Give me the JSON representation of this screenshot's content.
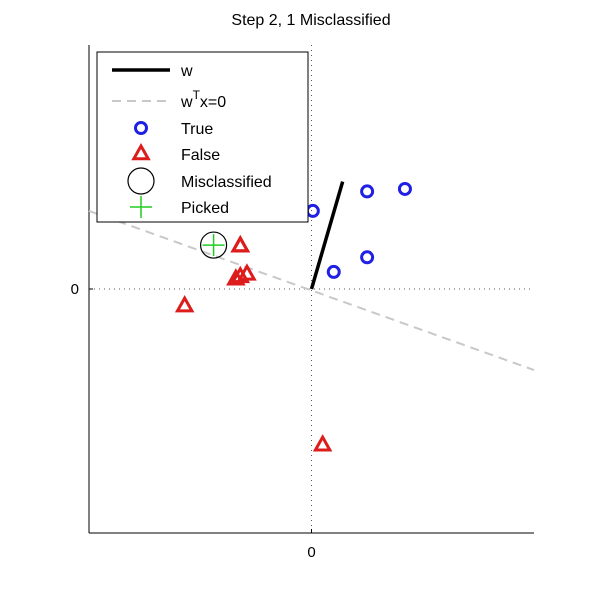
{
  "chart_data": {
    "type": "scatter",
    "title": "Step 2, 1 Misclassified",
    "xlabel": "",
    "ylabel": "",
    "xlim": [
      -5,
      5
    ],
    "ylim": [
      -5,
      5
    ],
    "x_ticks": [
      {
        "value": 0,
        "label": "0"
      }
    ],
    "y_ticks": [
      {
        "value": 0,
        "label": "0"
      }
    ],
    "grid": false,
    "zero_reference_lines": true,
    "legend_position": "top-left",
    "colors": {
      "w": "#000000",
      "boundary": "#c8c8c8",
      "true": "#1f1fe6",
      "false": "#dd1c1c",
      "misclassified": "#000000",
      "picked": "#22cc22"
    },
    "legend": [
      {
        "key": "w",
        "label": "w"
      },
      {
        "key": "boundary",
        "label": "wTx=0",
        "label_base": "w",
        "label_sup": "T",
        "label_tail": "x=0"
      },
      {
        "key": "true",
        "label": "True"
      },
      {
        "key": "false",
        "label": "False"
      },
      {
        "key": "misclassified",
        "label": "Misclassified"
      },
      {
        "key": "picked",
        "label": "Picked"
      }
    ],
    "w_vector": {
      "start": [
        0,
        0
      ],
      "end": [
        0.7,
        2.2
      ]
    },
    "decision_boundary": {
      "x": [
        -5,
        5
      ],
      "y": [
        1.6,
        -1.66
      ]
    },
    "series": [
      {
        "name": "True",
        "marker": "circle",
        "points": [
          [
            0.03,
            1.6
          ],
          [
            0.5,
            0.35
          ],
          [
            1.25,
            2.0
          ],
          [
            1.25,
            0.65
          ],
          [
            2.1,
            2.05
          ]
        ]
      },
      {
        "name": "False",
        "marker": "triangle",
        "points": [
          [
            -2.85,
            -0.35
          ],
          [
            -1.6,
            0.88
          ],
          [
            -1.6,
            0.88
          ],
          [
            -1.6,
            0.88
          ],
          [
            -1.7,
            0.2
          ],
          [
            -1.6,
            0.25
          ],
          [
            -1.45,
            0.3
          ],
          [
            0.25,
            -3.2
          ]
        ]
      },
      {
        "name": "Misclassified",
        "marker": "open-circle",
        "points": [
          [
            -2.2,
            0.9
          ]
        ]
      },
      {
        "name": "Picked",
        "marker": "plus",
        "points": [
          [
            -2.2,
            0.9
          ]
        ]
      }
    ]
  }
}
